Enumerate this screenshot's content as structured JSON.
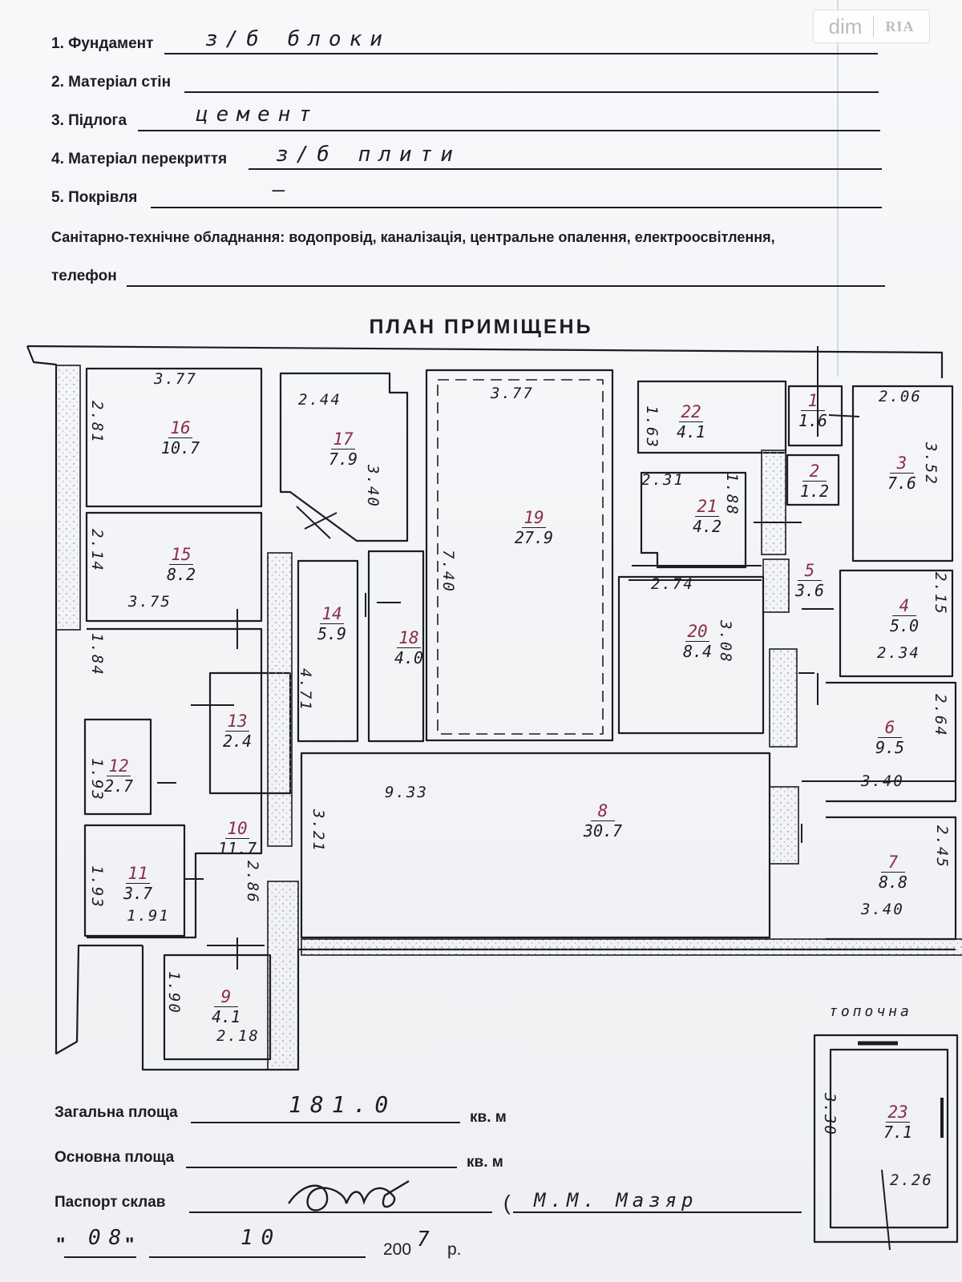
{
  "watermark": {
    "dim": "dim",
    "ria": "RIA"
  },
  "form": {
    "fields": [
      {
        "label": "1. Фундамент",
        "value": "з/б блоки"
      },
      {
        "label": "2. Матеріал стін",
        "value": ""
      },
      {
        "label": "3. Підлога",
        "value": "цемент"
      },
      {
        "label": "4. Матеріал перекриття",
        "value": "з/б плити"
      },
      {
        "label": "5. Покрівля",
        "value": "–"
      }
    ],
    "sanitary": "Санітарно-технічне обладнання: водопровід,  каналізація,  центральне  опалення, електроосвітлення,",
    "phone_label": "телефон"
  },
  "plan": {
    "title": "ПЛАН  ПРИМІЩЕНЬ",
    "rooms": [
      {
        "num": "16",
        "area": "10.7"
      },
      {
        "num": "17",
        "area": "7.9"
      },
      {
        "num": "19",
        "area": "27.9"
      },
      {
        "num": "22",
        "area": "4.1"
      },
      {
        "num": "1",
        "area": "1.6"
      },
      {
        "num": "3",
        "area": "7.6"
      },
      {
        "num": "2",
        "area": "1.2"
      },
      {
        "num": "21",
        "area": "4.2"
      },
      {
        "num": "15",
        "area": "8.2"
      },
      {
        "num": "14",
        "area": "5.9"
      },
      {
        "num": "18",
        "area": "4.0"
      },
      {
        "num": "5",
        "area": "3.6"
      },
      {
        "num": "4",
        "area": "5.0"
      },
      {
        "num": "20",
        "area": "8.4"
      },
      {
        "num": "13",
        "area": "2.4"
      },
      {
        "num": "6",
        "area": "9.5"
      },
      {
        "num": "12",
        "area": "2.7"
      },
      {
        "num": "8",
        "area": "30.7"
      },
      {
        "num": "10",
        "area": "11.7"
      },
      {
        "num": "7",
        "area": "8.8"
      },
      {
        "num": "11",
        "area": "3.7"
      },
      {
        "num": "9",
        "area": "4.1"
      },
      {
        "num": "23",
        "area": "7.1"
      }
    ],
    "dimensions": [
      "3.77",
      "2.81",
      "2.44",
      "3.40",
      "3.77",
      "7.40",
      "1.63",
      "2.06",
      "3.52",
      "2.31",
      "1.88",
      "2.14",
      "3.75",
      "2.74",
      "2.15",
      "2.34",
      "1.84",
      "4.71",
      "3.08",
      "2.64",
      "1.93",
      "9.33",
      "3.40",
      "3.21",
      "2.45",
      "1.93",
      "2.86",
      "1.91",
      "3.40",
      "1.90",
      "2.18",
      "3.30",
      "2.26"
    ],
    "annotation": "топочна"
  },
  "footer": {
    "total_label": "Загальна площа",
    "total_value": "181.0",
    "unit1": "кв. м",
    "main_label": "Основна площа",
    "unit2": "кв. м",
    "passport_label": "Паспорт склав",
    "author": "М.М. Мазяр",
    "day": "08",
    "month": "10",
    "year_prefix": "200",
    "year_digit": "7",
    "year_suffix": "р."
  }
}
